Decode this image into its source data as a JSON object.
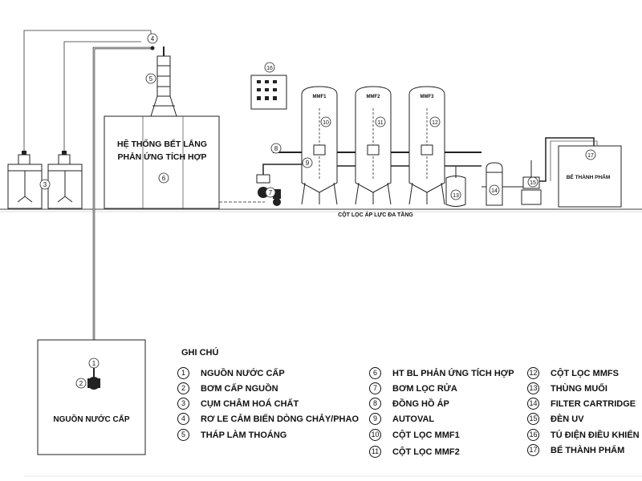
{
  "labels": {
    "settling_system_line1": "HỆ THỐNG BẾT LẮNG",
    "settling_system_line2": "PHẢN ỨNG TÍCH HỢP",
    "water_source": "NGUỒN NƯỚC CẤP",
    "filter_row": "CỘT LỌC ÁP LỰC ĐA TẦNG",
    "product_tank": "BỂ THÀNH PHẨM",
    "mmf1": "MMF1",
    "mmf2": "MMF2",
    "mmf3": "MMF3"
  },
  "markers": {
    "m1": "1",
    "m2": "2",
    "m3": "3",
    "m4": "4",
    "m5": "5",
    "m6": "6",
    "m7": "7",
    "m8": "8",
    "m9": "9",
    "m10": "10",
    "m11": "11",
    "m12": "12",
    "m13": "13",
    "m14": "14",
    "m15": "15",
    "m16": "16",
    "m17": "17"
  },
  "legend": {
    "title": "GHI CHÚ",
    "items": [
      {
        "num": "1",
        "text": "NGUỒN NƯỚC CẤP"
      },
      {
        "num": "2",
        "text": "BƠM CẤP NGUỒN"
      },
      {
        "num": "3",
        "text": "CỤM CHÂM HOÁ CHẤT"
      },
      {
        "num": "4",
        "text": "RƠ LE CẢM BIẾN DÒNG CHẢY/PHAO"
      },
      {
        "num": "5",
        "text": "THÁP LÀM THOÁNG"
      },
      {
        "num": "6",
        "text": "HT BL PHẢN ỨNG TÍCH HỢP"
      },
      {
        "num": "7",
        "text": "BƠM LỌC RỬA"
      },
      {
        "num": "8",
        "text": "ĐỒNG HỒ ÁP"
      },
      {
        "num": "9",
        "text": "AUTOVAL"
      },
      {
        "num": "10",
        "text": "CỘT LỌC MMF1"
      },
      {
        "num": "11",
        "text": "CỘT LỌC MMF2"
      },
      {
        "num": "12",
        "text": "CỘT LỌC MMFS"
      },
      {
        "num": "13",
        "text": "THÙNG MUỐI"
      },
      {
        "num": "14",
        "text": "FILTER CARTRIDGE"
      },
      {
        "num": "15",
        "text": "ĐÈN UV"
      },
      {
        "num": "16",
        "text": "TỦ ĐIỆN ĐIỀU KHIỂN"
      },
      {
        "num": "17",
        "text": "BỂ THÀNH PHẨM"
      }
    ]
  },
  "colors": {
    "line": "#222222",
    "ground": "#8a8a8a",
    "fill": "#ffffff",
    "dark": "#1a1a1a",
    "light": "#f4f4f4"
  }
}
